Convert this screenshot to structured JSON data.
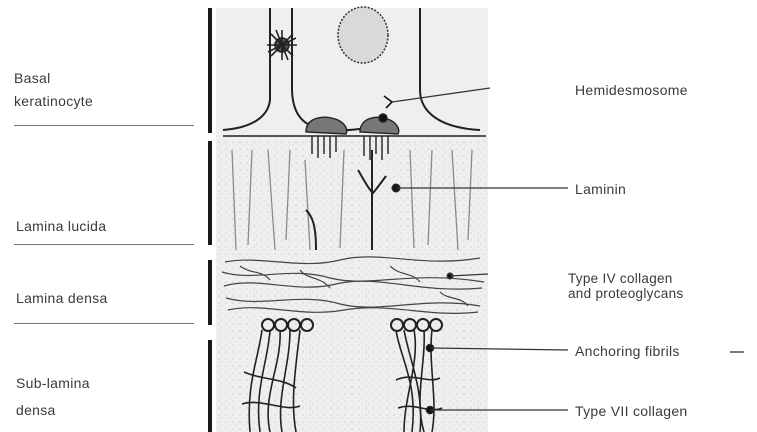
{
  "left_labels": {
    "basal_line1": "Basal",
    "basal_line2": "keratinocyte",
    "lamina_lucida": "Lamina lucida",
    "lamina_densa": "Lamina densa",
    "sub_line1": "Sub-lamina",
    "sub_line2": "densa"
  },
  "right_labels": {
    "hemidesmosome": "Hemidesmosome",
    "laminin": "Laminin",
    "collagen_iv_line1": "Type IV collagen",
    "collagen_iv_line2": "and proteoglycans",
    "anchoring_fibrils": "Anchoring fibrils",
    "collagen_vii": "Type VII collagen"
  },
  "colors": {
    "ink": "#1a1a1a",
    "panel": "#eeeeee",
    "text": "#3a3a3a"
  }
}
